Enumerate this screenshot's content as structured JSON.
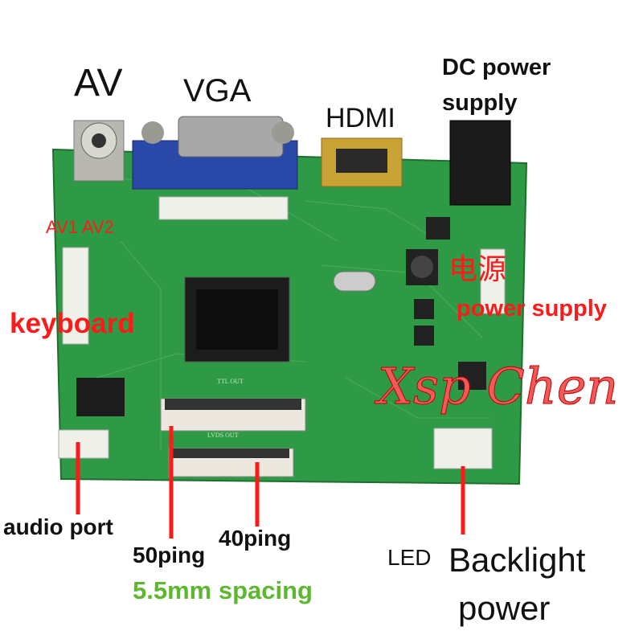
{
  "labels": {
    "av": "AV",
    "vga": "VGA",
    "hdmi": "HDMI",
    "dc_power_line1": "DC power",
    "dc_power_line2": "supply",
    "av1_av2": "AV1 AV2",
    "power_cn": "电源",
    "power_supply": "power supply",
    "keyboard": "keyboard",
    "audio_port": "audio port",
    "pin50": "50ping",
    "pin40": "40ping",
    "spacing": "5.5mm spacing",
    "led": "LED",
    "backlight": "Backlight",
    "backlight_power": "power"
  },
  "board_silkscreen": {
    "ttl_out": "TTL OUT",
    "lvds_out": "LVDS OUT"
  },
  "watermark": "Xsp Chen",
  "colors": {
    "board": "#2f9a45",
    "annotation_red": "#ff1a1a",
    "spacing_green": "#5cb82e"
  }
}
